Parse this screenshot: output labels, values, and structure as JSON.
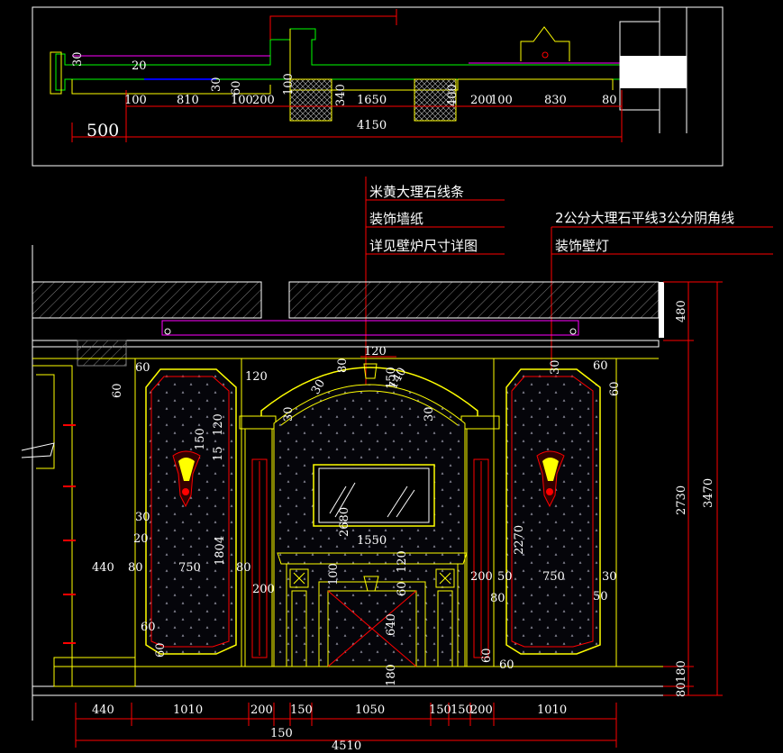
{
  "notes": {
    "marble_strip": "米黄大理石线条",
    "wallpaper": "装饰墙纸",
    "fireplace_detail": "详见壁炉尺寸详图",
    "marble_line": "2公分大理石平线3公分阴角线",
    "wall_lamp": "装饰壁灯"
  },
  "plan_dims": {
    "d30a": "30",
    "d20": "20",
    "d100a": "100",
    "d810": "810",
    "d30b": "30",
    "d60": "60",
    "d100b": "100",
    "d200a": "200",
    "d100c": "100",
    "d340": "340",
    "d1650": "1650",
    "d400": "400",
    "d200b": "200",
    "d100d": "100",
    "d830": "830",
    "d80": "80",
    "d500": "500",
    "d4150": "4150"
  },
  "elev_dims": {
    "b440": "440",
    "b1010a": "1010",
    "b200a": "200",
    "b150a": "150",
    "b1050": "1050",
    "b150b": "150",
    "b150c": "150",
    "b200b": "200",
    "b1010b": "1010",
    "b150d": "150",
    "b4510": "4510",
    "r480": "480",
    "r2730": "2730",
    "r3470": "3470",
    "r180": "180",
    "r80": "80",
    "m60a": "60",
    "m60b": "60",
    "m120a": "120",
    "m30a": "30",
    "m80a": "80",
    "m120b": "120",
    "m150a": "150",
    "m140": "140",
    "m30b": "30",
    "m60c": "60",
    "m60d": "60",
    "m30c": "30",
    "m150b": "150",
    "m15": "15",
    "m120c": "120",
    "m30d": "30",
    "m20": "20",
    "m440": "440",
    "m80b": "80",
    "m750a": "750",
    "m1804": "1804",
    "m80c": "80",
    "m200a": "200",
    "m2680": "2680",
    "m1550": "1550",
    "m2270": "2270",
    "m100": "100",
    "m60e": "60",
    "m120d": "120",
    "m200b": "200",
    "m50a": "50",
    "m80d": "80",
    "m750b": "750",
    "m30e": "30",
    "m50b": "50",
    "m640": "640",
    "m180": "180",
    "m60f": "60",
    "m60g": "60",
    "m60h": "60",
    "m60i": "60"
  },
  "colors": {
    "yellow": "#ffff00",
    "white": "#ffffff",
    "red": "#ff0000",
    "magenta": "#ff00ff",
    "green": "#00ff00",
    "blue": "#0000ff",
    "gray": "#808080"
  }
}
